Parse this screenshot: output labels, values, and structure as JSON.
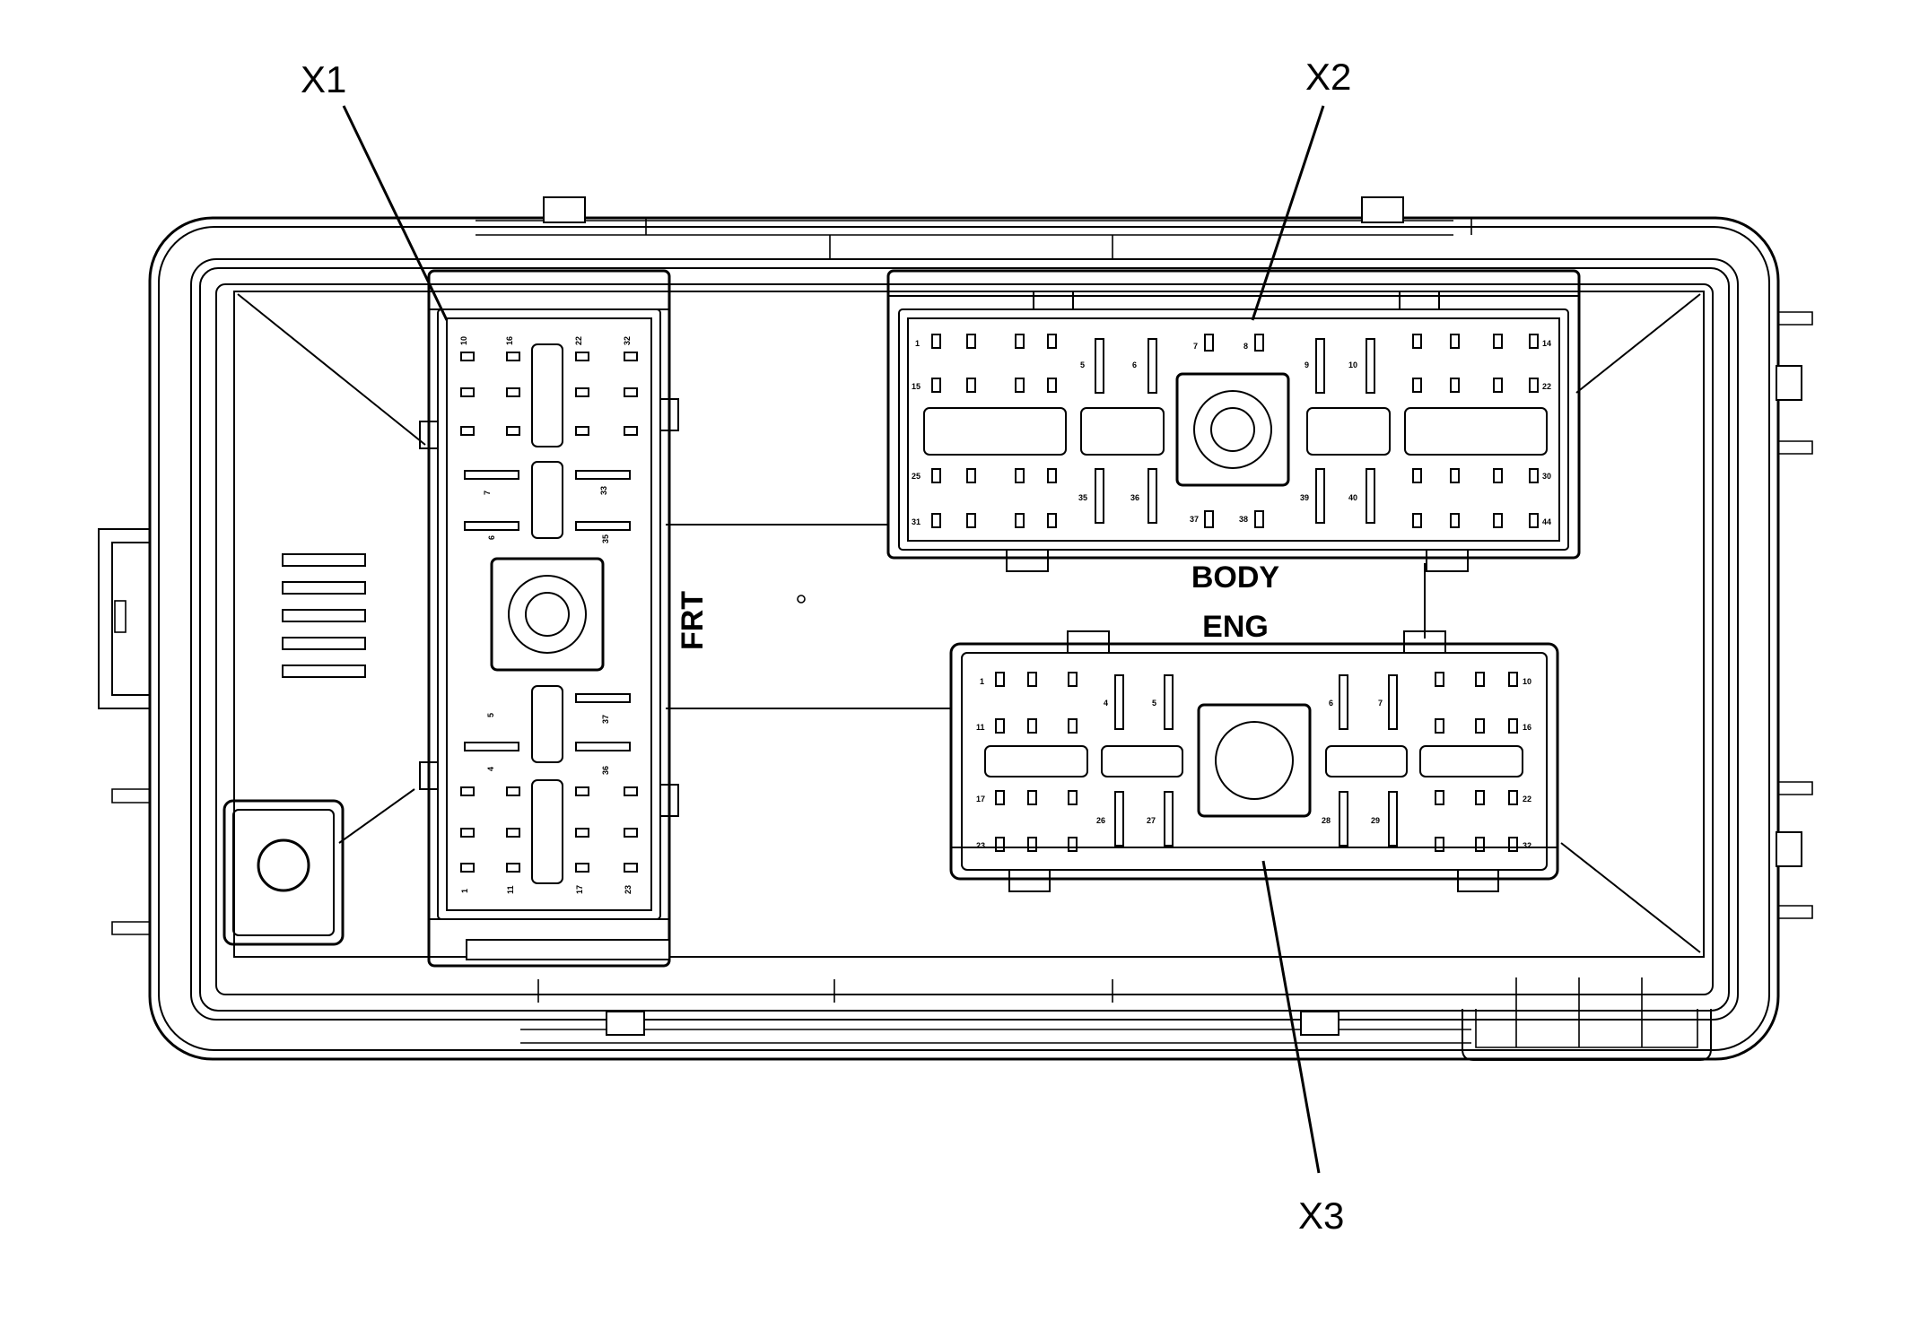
{
  "callouts": {
    "x1": "X1",
    "x2": "X2",
    "x3": "X3"
  },
  "face_labels": {
    "front": "FRT",
    "body": "BODY",
    "engine": "ENG"
  },
  "x1_pins": {
    "p10": "10",
    "p16": "16",
    "p22": "22",
    "p32": "32",
    "p7": "7",
    "p33": "33",
    "p6": "6",
    "p35": "35",
    "p5": "5",
    "p37": "37",
    "p4": "4",
    "p36": "36",
    "p1": "1",
    "p11": "11",
    "p17": "17",
    "p23": "23"
  },
  "x2_pins": {
    "p1": "1",
    "p7": "7",
    "p8": "8",
    "p14": "14",
    "p5": "5",
    "p6": "6",
    "p9": "9",
    "p10": "10",
    "p15": "15",
    "p22": "22",
    "p25": "25",
    "p30": "30",
    "p35": "35",
    "p36": "36",
    "p39": "39",
    "p40": "40",
    "p31": "31",
    "p37": "37",
    "p38": "38",
    "p44": "44"
  },
  "x3_pins": {
    "p1": "1",
    "p4": "4",
    "p5": "5",
    "p6": "6",
    "p7": "7",
    "p10": "10",
    "p11": "11",
    "p16": "16",
    "p17": "17",
    "p22": "22",
    "p26": "26",
    "p27": "27",
    "p28": "28",
    "p29": "29",
    "p23": "23",
    "p32": "32"
  }
}
